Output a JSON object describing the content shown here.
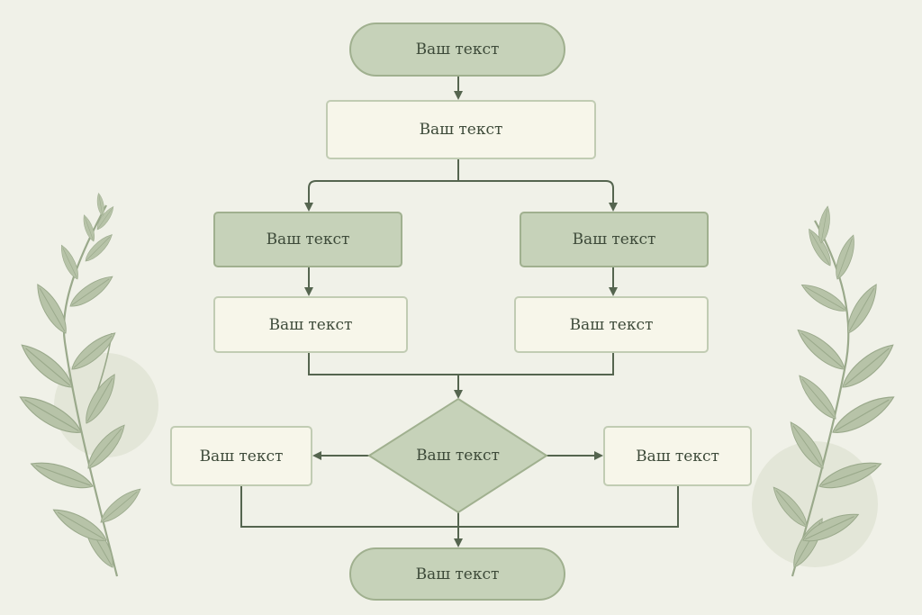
{
  "colors": {
    "background": "#f0f1e8",
    "node_dark_fill": "#c6d2b9",
    "node_light_fill": "#f7f6ea",
    "connector": "#55654f",
    "leaf": "#b7c3a8"
  },
  "nodes": {
    "start": "Ваш текст",
    "step1": "Ваш текст",
    "left_branch_header": "Ваш текст",
    "right_branch_header": "Ваш текст",
    "left_branch_step": "Ваш текст",
    "right_branch_step": "Ваш текст",
    "decision": "Ваш текст",
    "decision_left": "Ваш текст",
    "decision_right": "Ваш текст",
    "end": "Ваш текст"
  },
  "decorations": [
    "leaf-branch-left",
    "leaf-branch-right"
  ]
}
